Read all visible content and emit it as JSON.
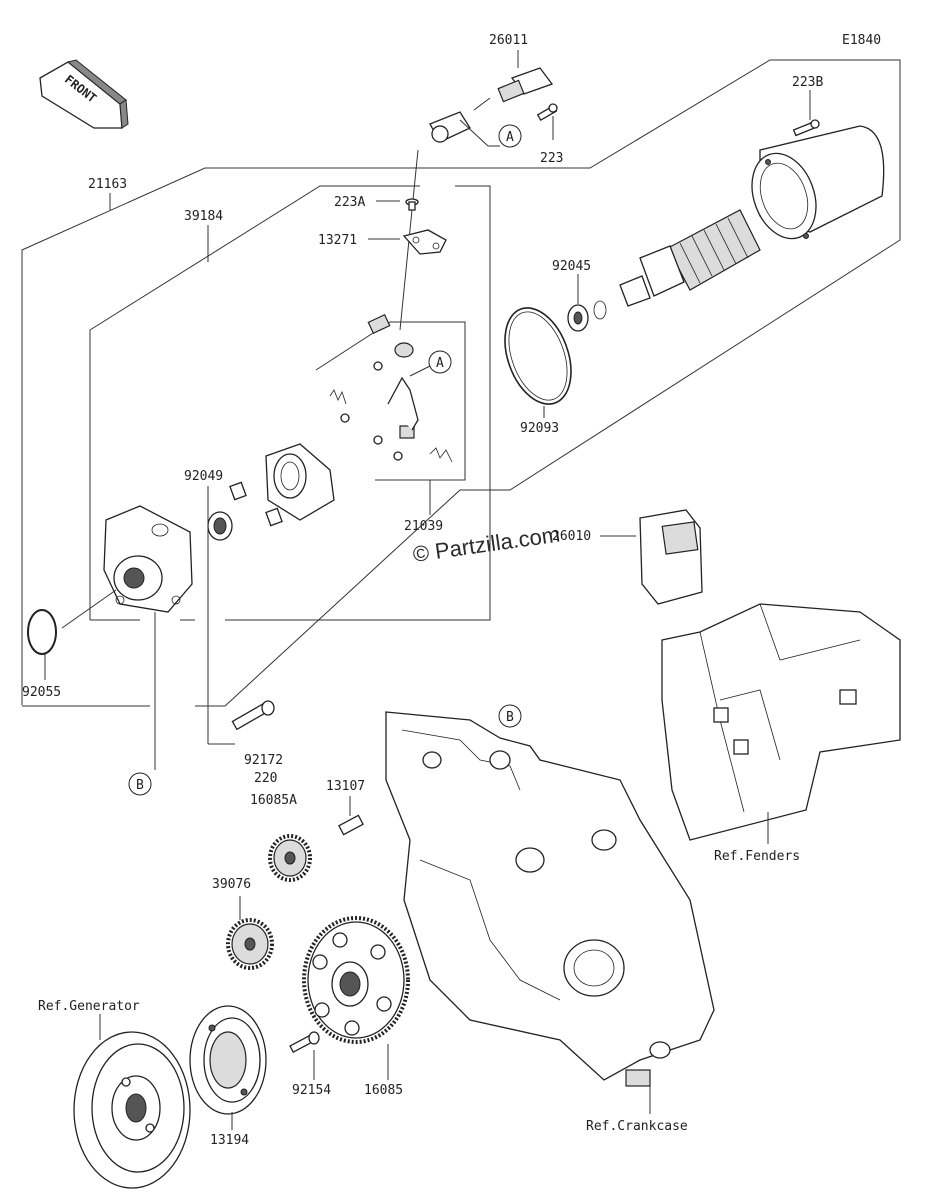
{
  "diagram_code": "E1840",
  "front_label": "FRONT",
  "watermark": "© Partzilla.com",
  "callouts": {
    "A": "A",
    "B": "B"
  },
  "parts": {
    "p26011": "26011",
    "p223B": "223B",
    "p223": "223",
    "p21163": "21163",
    "p39184": "39184",
    "p223A": "223A",
    "p13271": "13271",
    "p92045": "92045",
    "p92093": "92093",
    "p92049": "92049",
    "p21039": "21039",
    "p26010": "26010",
    "p92055": "92055",
    "p92172": "92172",
    "p220": "220",
    "p13107": "13107",
    "p16085A": "16085A",
    "p39076": "39076",
    "p16085": "16085",
    "p92154": "92154",
    "p13194": "13194"
  },
  "references": {
    "fenders": "Ref.Fenders",
    "generator": "Ref.Generator",
    "crankcase": "Ref.Crankcase"
  }
}
